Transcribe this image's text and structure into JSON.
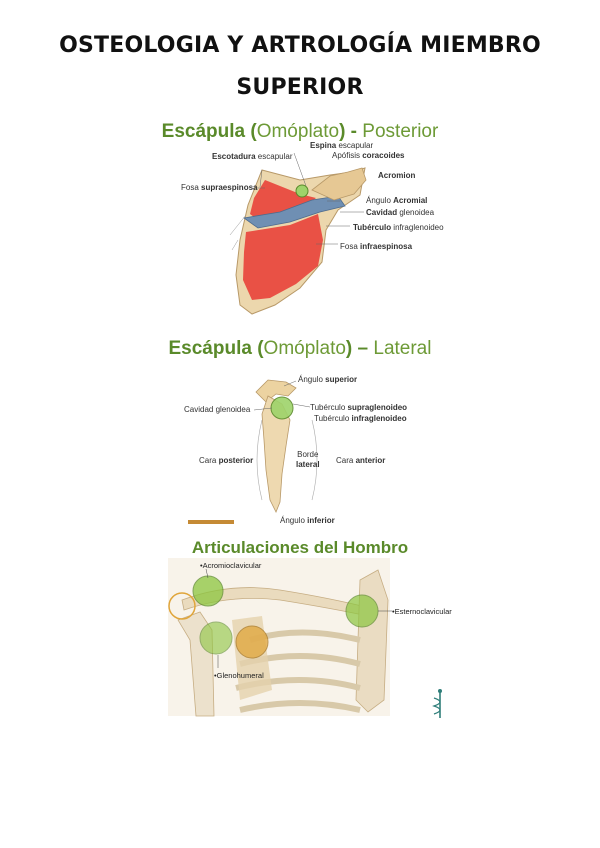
{
  "title": {
    "line1": "OSTEOLOGIA Y ARTROLOGÍA MIEMBRO",
    "line2": "SUPERIOR"
  },
  "posterior": {
    "title_bold": "Escápula (",
    "title_normal": "Omóplato",
    "title_bold2": ") - ",
    "title_view": "Posterior",
    "labels": {
      "espina_b": "Espina",
      "espina_n": " escapular",
      "apofisis_n": "Apófisis ",
      "apofisis_b": "coracoides",
      "escotadura_b": "Escotadura",
      "escotadura_n": " escapular",
      "acromion": "Acromion",
      "fosa_supra_n": "Fosa ",
      "fosa_supra_b": "supraespinosa",
      "angulo_n": "Ángulo ",
      "angulo_b": "Acromial",
      "cavidad_b": "Cavidad",
      "cavidad_n": " glenoidea",
      "tuberculo_b": "Tubérculo",
      "tuberculo_n": " infraglenoideo",
      "fosa_infra_n": "Fosa ",
      "fosa_infra_b": "infraespinosa"
    }
  },
  "lateral": {
    "title_bold": "Escápula (",
    "title_normal": "Omóplato",
    "title_bold2": ") – ",
    "title_view": "Lateral",
    "labels": {
      "angulo_sup_n": "Ángulo ",
      "angulo_sup_b": "superior",
      "cavidad": "Cavidad glenoidea",
      "tub_supra_n": "Tubérculo ",
      "tub_supra_b": "supraglenoideo",
      "tub_infra_n": "Tubérculo ",
      "tub_infra_b": "infraglenoideo",
      "cara_post_n": "Cara ",
      "cara_post_b": "posterior",
      "borde_n": "Borde",
      "borde_b": "lateral",
      "cara_ant_n": "Cara ",
      "cara_ant_b": "anterior",
      "angulo_inf_n": "Ángulo ",
      "angulo_inf_b": "inferior"
    }
  },
  "articulaciones": {
    "title": "Articulaciones del Hombro",
    "labels": {
      "acromioclavicular": "•Acromioclavicular",
      "esternoclavicular": "•Esternoclavicular",
      "glenohumeral": "•Glenohumeral"
    }
  },
  "colors": {
    "title_green": "#5a8a2a",
    "fossa_red": "#e8453c",
    "spine_blue": "#6f8fb3",
    "bone": "#efd9ae",
    "joint_green": "#8cc63f",
    "joint_orange": "#e0a53a"
  }
}
